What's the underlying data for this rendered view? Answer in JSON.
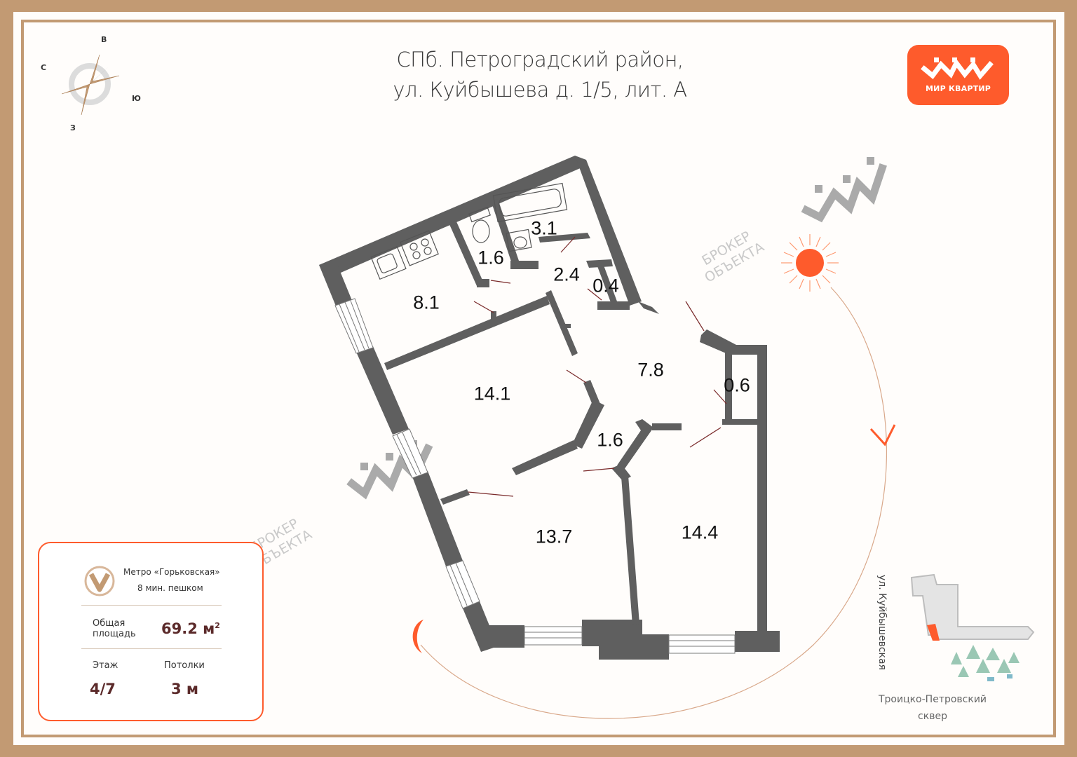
{
  "address": {
    "line1": "СПб. Петроградский район,",
    "line2": "ул. Куйбышева д. 1/5, лит. А"
  },
  "logo": {
    "caption": "МИР КВАРТИР"
  },
  "compass": {
    "north": "В",
    "west": "С",
    "east": "Ю",
    "south": "З"
  },
  "watermark": {
    "line1": "БРОКЕР",
    "line2": "ОБЪЕКТА"
  },
  "rooms": [
    {
      "name": "bathroom",
      "area": "3.1"
    },
    {
      "name": "toilet",
      "area": "1.6"
    },
    {
      "name": "kitchen",
      "area": "8.1"
    },
    {
      "name": "corridor-small",
      "area": "2.4"
    },
    {
      "name": "closet-a",
      "area": "0.4"
    },
    {
      "name": "hall",
      "area": "7.8"
    },
    {
      "name": "closet-b",
      "area": "0.6"
    },
    {
      "name": "living-room",
      "area": "14.1"
    },
    {
      "name": "hallway",
      "area": "1.6"
    },
    {
      "name": "bedroom-1",
      "area": "13.7"
    },
    {
      "name": "bedroom-2",
      "area": "14.4"
    }
  ],
  "info": {
    "metro_name": "Метро «Горьковская»",
    "metro_walk": "8 мин. пешком",
    "area_label_1": "Общая",
    "area_label_2": "площадь",
    "area_value": "69.2 м",
    "area_unit_sup": "2",
    "floor_label": "Этаж",
    "floor_value": "4/7",
    "ceiling_label": "Потолки",
    "ceiling_value": "3 м"
  },
  "map": {
    "street": "ул. Куйбышевская",
    "park_line1": "Троицко-Петровский",
    "park_line2": "сквер"
  },
  "colors": {
    "frame": "#c29a73",
    "accent": "#fe5b2c",
    "wall": "#5f5f5f",
    "trees": "#9ac7b4"
  }
}
